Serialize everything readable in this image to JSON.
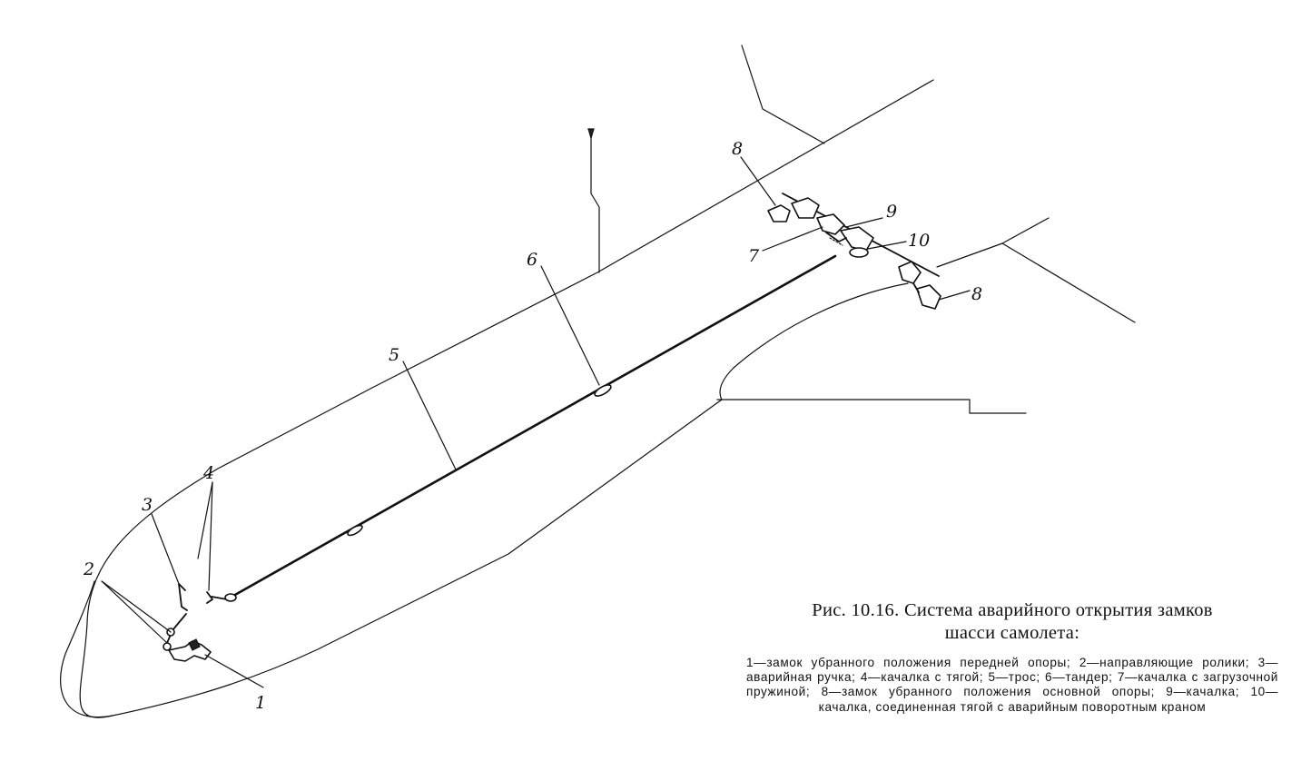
{
  "figure": {
    "title_line1": "Рис. 10.16. Система аварийного открытия замков",
    "title_line2": "шасси самолета:",
    "legend": "1—замок убранного положения передней опоры; 2—направляющие ролики; 3—аварийная ручка; 4—качалка с тягой; 5—трос; 6—тандер; 7—качалка с загрузочной пружиной; 8—замок убранного положения основной опоры; 9—качалка; 10—качалка, соединенная тягой с аварийным поворотным краном"
  },
  "callouts": {
    "c1": "1",
    "c2": "2",
    "c3": "3",
    "c4": "4",
    "c5": "5",
    "c6": "6",
    "c7": "7",
    "c8a": "8",
    "c8b": "8",
    "c9": "9",
    "c10": "10"
  }
}
